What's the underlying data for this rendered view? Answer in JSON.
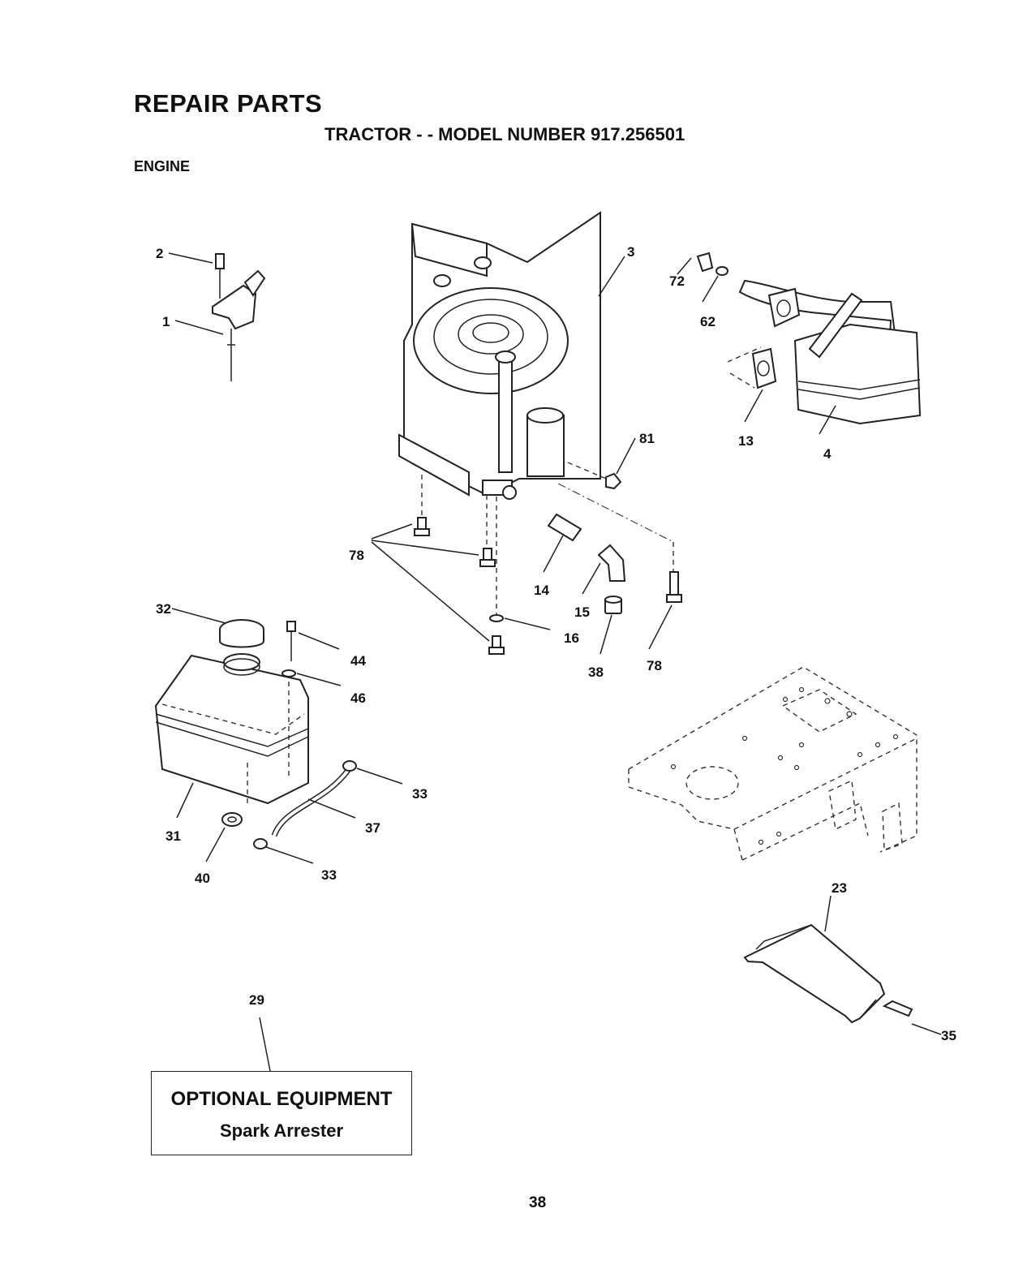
{
  "header": {
    "title": "REPAIR PARTS",
    "subtitle": "TRACTOR - - MODEL NUMBER 917.256501",
    "section": "ENGINE"
  },
  "callouts": [
    "2",
    "1",
    "3",
    "72",
    "62",
    "13",
    "4",
    "81",
    "78",
    "14",
    "15",
    "16",
    "38",
    "78",
    "32",
    "44",
    "46",
    "33",
    "37",
    "31",
    "40",
    "33",
    "23",
    "29",
    "35"
  ],
  "optional_box": {
    "title": "OPTIONAL EQUIPMENT",
    "item": "Spark Arrester"
  },
  "page_number": "38"
}
